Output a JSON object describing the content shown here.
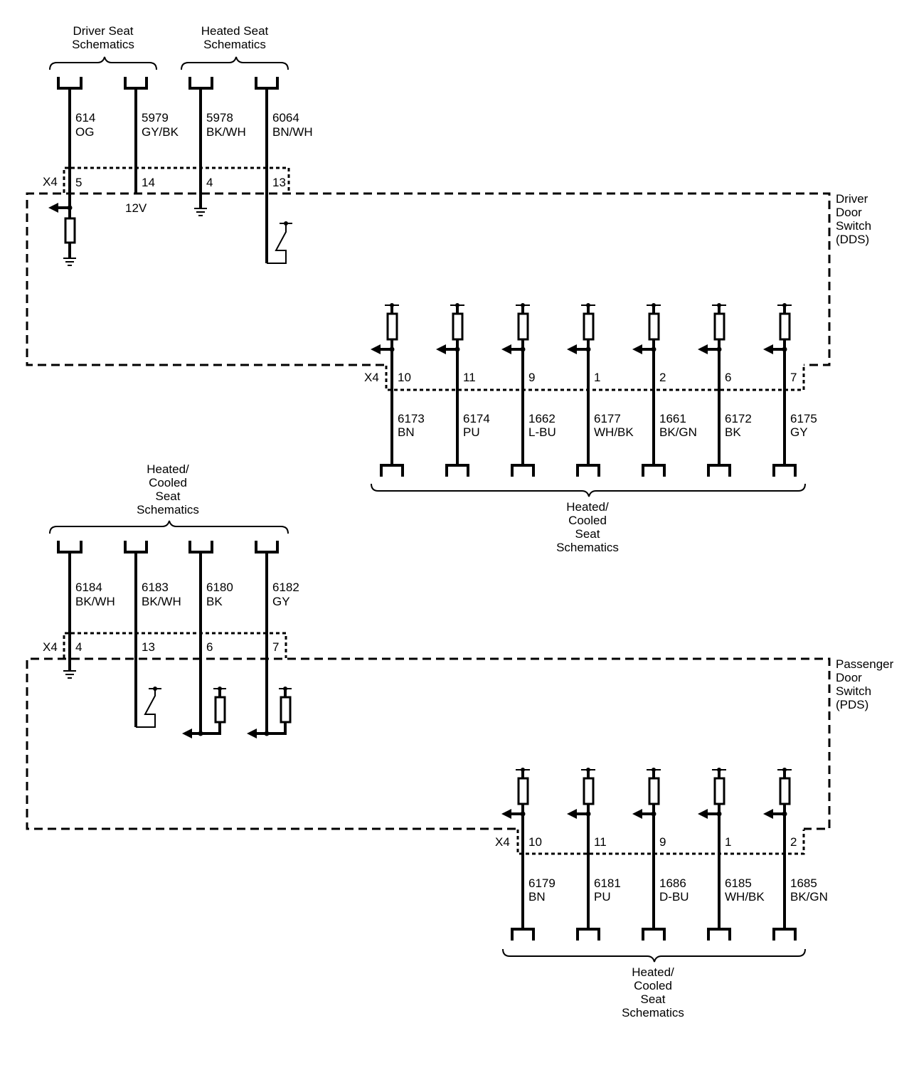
{
  "modules": {
    "dds": [
      "Driver",
      "Door",
      "Switch",
      "(DDS)"
    ],
    "pds": [
      "Passenger",
      "Door",
      "Switch",
      "(PDS)"
    ]
  },
  "connector_label": "X4",
  "supply_label": "12V",
  "section1": {
    "groups": [
      {
        "lines": [
          "Driver Seat",
          "Schematics"
        ]
      },
      {
        "lines": [
          "Heated Seat",
          "Schematics"
        ]
      }
    ],
    "wires": [
      {
        "circuit": "614",
        "color": "OG",
        "pin": "5"
      },
      {
        "circuit": "5979",
        "color": "GY/BK",
        "pin": "14"
      },
      {
        "circuit": "5978",
        "color": "BK/WH",
        "pin": "4"
      },
      {
        "circuit": "6064",
        "color": "BN/WH",
        "pin": "13"
      }
    ]
  },
  "section2": {
    "group": {
      "lines": [
        "Heated/",
        "Cooled",
        "Seat",
        "Schematics"
      ]
    },
    "wires": [
      {
        "circuit": "6173",
        "color": "BN",
        "pin": "10"
      },
      {
        "circuit": "6174",
        "color": "PU",
        "pin": "11"
      },
      {
        "circuit": "1662",
        "color": "L-BU",
        "pin": "9"
      },
      {
        "circuit": "6177",
        "color": "WH/BK",
        "pin": "1"
      },
      {
        "circuit": "1661",
        "color": "BK/GN",
        "pin": "2"
      },
      {
        "circuit": "6172",
        "color": "BK",
        "pin": "6"
      },
      {
        "circuit": "6175",
        "color": "GY",
        "pin": "7"
      }
    ]
  },
  "section3": {
    "group": {
      "lines": [
        "Heated/",
        "Cooled",
        "Seat",
        "Schematics"
      ]
    },
    "wires": [
      {
        "circuit": "6184",
        "color": "BK/WH",
        "pin": "4"
      },
      {
        "circuit": "6183",
        "color": "BK/WH",
        "pin": "13"
      },
      {
        "circuit": "6180",
        "color": "BK",
        "pin": "6"
      },
      {
        "circuit": "6182",
        "color": "GY",
        "pin": "7"
      }
    ]
  },
  "section4": {
    "group": {
      "lines": [
        "Heated/",
        "Cooled",
        "Seat",
        "Schematics"
      ]
    },
    "wires": [
      {
        "circuit": "6179",
        "color": "BN",
        "pin": "10"
      },
      {
        "circuit": "6181",
        "color": "PU",
        "pin": "11"
      },
      {
        "circuit": "1686",
        "color": "D-BU",
        "pin": "9"
      },
      {
        "circuit": "6185",
        "color": "WH/BK",
        "pin": "1"
      },
      {
        "circuit": "1685",
        "color": "BK/GN",
        "pin": "2"
      }
    ]
  }
}
